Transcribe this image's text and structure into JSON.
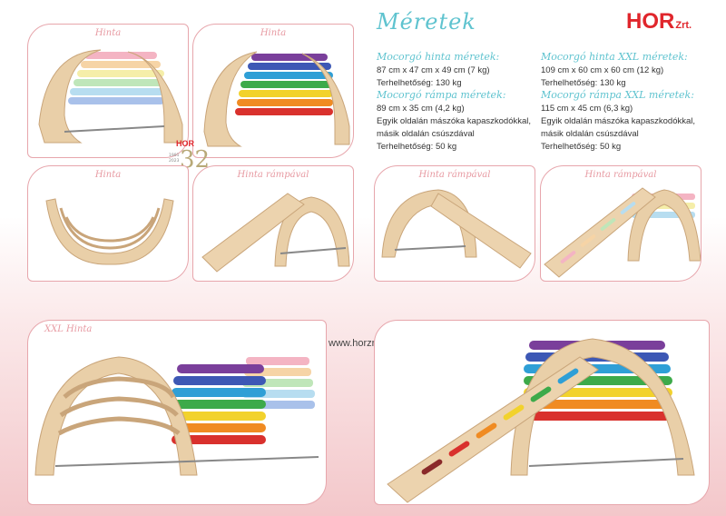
{
  "title": "Méretek",
  "logo": {
    "brand": "HOR",
    "suffix": "Zrt."
  },
  "badge": {
    "brand": "HOR",
    "number": "32",
    "year_start": "1991",
    "year_end": "2023"
  },
  "website": "www.horzrt.hu",
  "specs": [
    {
      "heading": "Mocorgó hinta méretek:",
      "lines": [
        "87 cm x 47 cm x 49 cm (7 kg)",
        "Terhelhetőség: 130 kg"
      ]
    },
    {
      "heading": "Mocorgó rámpa méretek:",
      "lines": [
        "89 cm x 35 cm (4,2 kg)",
        "Egyik oldalán mászóka kapaszkodókkal,",
        "másik oldalán csúszdával",
        "Terhelhetőség: 50 kg"
      ]
    },
    {
      "heading": "Mocorgó hinta XXL méretek:",
      "lines": [
        "109 cm x 60 cm x 60 cm (12 kg)",
        "Terhelhetőség: 130 kg"
      ]
    },
    {
      "heading": "Mocorgó rámpa XXL méretek:",
      "lines": [
        "115 cm x 45 cm (6,3 kg)",
        "Egyik oldalán mászóka kapaszkodókkal,",
        "másik oldalán csúszdával",
        "Terhelhetőség: 50 kg"
      ]
    }
  ],
  "photos": {
    "p1": "Hinta",
    "p2": "Hinta",
    "p3": "Hinta",
    "p4": "Hinta rámpával",
    "p5": "Hinta rámpával",
    "p6": "Hinta rámpával",
    "p7": "XXL Hinta",
    "p8": ""
  },
  "colors": {
    "accent": "#5fc3cf",
    "brand_red": "#e0262c",
    "frame_border": "#e7a6ac",
    "wood": "#e9cfa8",
    "pastel": [
      "#f4b4c3",
      "#f6d4a6",
      "#f5eea9",
      "#bfe6b9",
      "#b7ddf0",
      "#a9c1ea",
      "#c8b7e8"
    ],
    "rainbow": [
      "#7a3f9b",
      "#3d58b5",
      "#2f9fd6",
      "#3daa4a",
      "#f2d22c",
      "#f08b22",
      "#d9312d",
      "#8a2a2a"
    ]
  }
}
